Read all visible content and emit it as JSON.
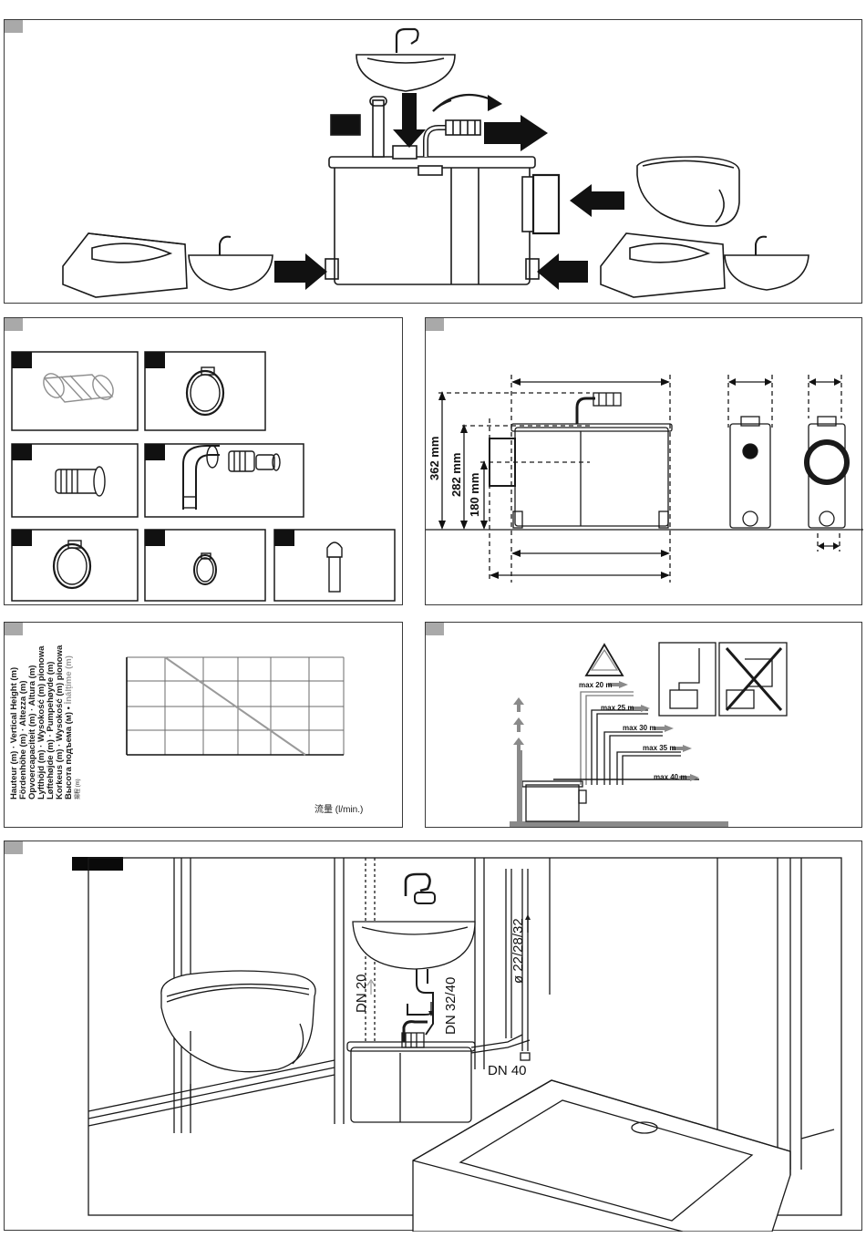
{
  "dimensions": {
    "h1": "362 mm",
    "h2": "282 mm",
    "h3": "180 mm"
  },
  "curve": {
    "y_labels": [
      "Hauteur (m) · Vertical Height (m)",
      "Fördenhöhe (m) · Altezza (m)",
      "Opvoercapaciteit (m) · Altura (m)",
      "Lyfthöjd (m) · Wysokość (m) pionowa",
      "Løftehøjde (m) · Pumpehøyde (m)",
      "Korkeus (m) · Wysokość (m) pionowa",
      "Высота подъема (м) • ",
      "揚程 (m)"
    ],
    "y_label_grey": "İnálțime (m)",
    "x_label": "流量 (l/min.)"
  },
  "distances": {
    "labels": [
      "max 20 m",
      "max 25 m",
      "max 30 m",
      "max 35 m",
      "max 40 m"
    ]
  },
  "install": {
    "pipes": [
      "DN 20",
      "DN 32/40",
      "ø 22/28/32",
      "DN 40"
    ]
  },
  "colors": {
    "line": "#1a1a1a",
    "tag": "#a9a9a9",
    "arrow_grey": "#8a8a8a",
    "curve": "#9a9a9a"
  }
}
